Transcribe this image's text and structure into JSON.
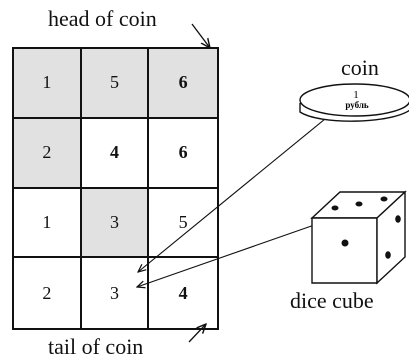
{
  "labels": {
    "head": "head of coin",
    "tail": "tail of coin",
    "coin": "coin",
    "dice": "dice cube"
  },
  "coin_face": {
    "number": "1",
    "text": "рубль"
  },
  "grid": {
    "rows": [
      [
        {
          "value": "1",
          "shaded": true,
          "bold": false
        },
        {
          "value": "5",
          "shaded": true,
          "bold": false
        },
        {
          "value": "6",
          "shaded": true,
          "bold": true
        }
      ],
      [
        {
          "value": "2",
          "shaded": true,
          "bold": false
        },
        {
          "value": "4",
          "shaded": false,
          "bold": true
        },
        {
          "value": "6",
          "shaded": false,
          "bold": true
        }
      ],
      [
        {
          "value": "1",
          "shaded": false,
          "bold": false
        },
        {
          "value": "3",
          "shaded": true,
          "bold": false
        },
        {
          "value": "5",
          "shaded": false,
          "bold": false
        }
      ],
      [
        {
          "value": "2",
          "shaded": false,
          "bold": false
        },
        {
          "value": "3",
          "shaded": false,
          "bold": false
        },
        {
          "value": "4",
          "shaded": false,
          "bold": true
        }
      ]
    ]
  },
  "colors": {
    "ink": "#111111",
    "shade": "#e1e1e1",
    "background": "#ffffff"
  },
  "icons": [
    "coin-icon",
    "dice-icon",
    "arrow-icon"
  ]
}
